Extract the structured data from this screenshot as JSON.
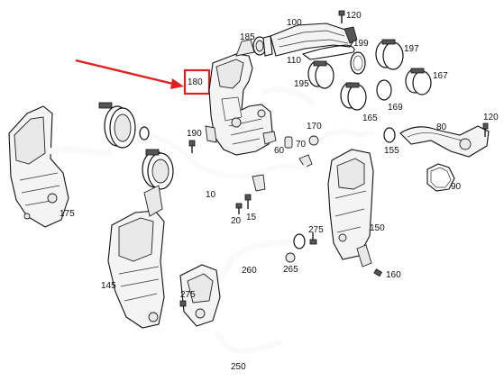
{
  "diagram": {
    "highlight": {
      "label": "180",
      "color": "#e02020"
    },
    "arrow_color": "#e02020",
    "labels": {
      "l10": "10",
      "l15": "15",
      "l20": "20",
      "l60": "60",
      "l70": "70",
      "l80": "80",
      "l90": "90",
      "l100": "100",
      "l110": "110",
      "l120a": "120",
      "l120b": "120",
      "l145": "145",
      "l150": "150",
      "l155": "155",
      "l160": "160",
      "l165": "165",
      "l167": "167",
      "l169": "169",
      "l170": "170",
      "l175": "175",
      "l185": "185",
      "l190": "190",
      "l195": "195",
      "l197": "197",
      "l199": "199",
      "l250": "250",
      "l260": "260",
      "l265": "265",
      "l275a": "275",
      "l275b": "275"
    }
  }
}
